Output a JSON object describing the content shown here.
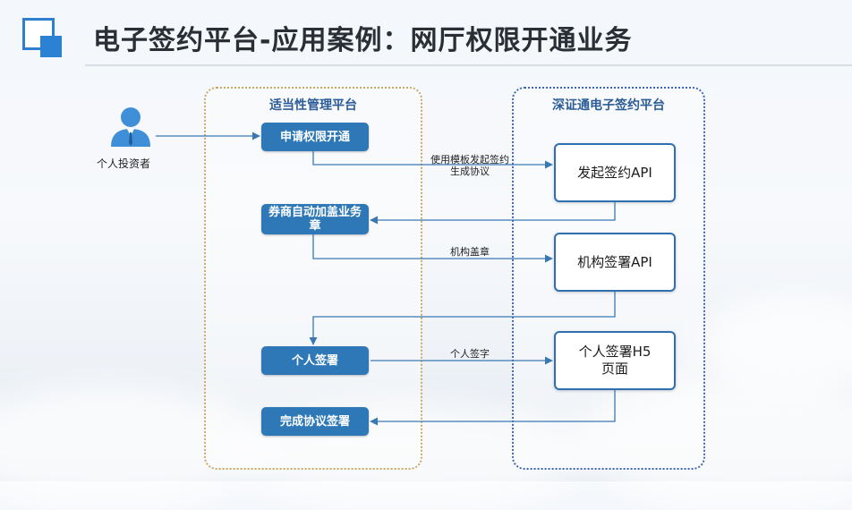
{
  "title": "电子签约平台-应用案例：网厅权限开通业务",
  "actor": {
    "label": "个人投资者"
  },
  "left_group": {
    "title": "适当性管理平台",
    "steps": [
      "申请权限开通",
      "券商自动加盖业务章",
      "个人签署",
      "完成协议签署"
    ]
  },
  "right_group": {
    "title": "深证通电子签约平台",
    "apis": [
      "发起签约API",
      "机构签署API",
      "个人签署H5页面"
    ]
  },
  "flow_labels": {
    "template_line1": "使用模板发起签约",
    "template_line2": "生成协议",
    "org_seal": "机构盖章",
    "personal_sign": "个人签字"
  },
  "colors": {
    "step_fill": "#2e78b7",
    "api_border": "#2e6fb2",
    "arrow": "#3a78b4",
    "left_border": "#c9a865",
    "right_border": "#3b67b5"
  }
}
